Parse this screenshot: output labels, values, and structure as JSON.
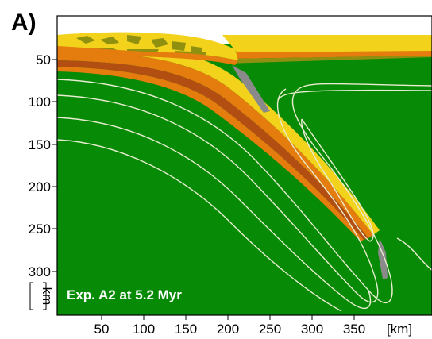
{
  "panel_label": "A)",
  "experiment_label": "Exp. A2 at 5.2 Myr",
  "y_axis": {
    "unit": "km",
    "ticks": [
      "50",
      "100",
      "150",
      "200",
      "250",
      "300"
    ]
  },
  "x_axis": {
    "unit": "[km]",
    "ticks": [
      "50",
      "100",
      "150",
      "200",
      "250",
      "300",
      "350"
    ]
  },
  "colors": {
    "mantle": "#078a06",
    "crust_yellow": "#f2d21a",
    "olive": "#8f8f10",
    "orange": "#e47d0e",
    "red_brown": "#b34e12",
    "weak_zone": "#8a8a8a",
    "streamline": "#e8ecd0"
  }
}
